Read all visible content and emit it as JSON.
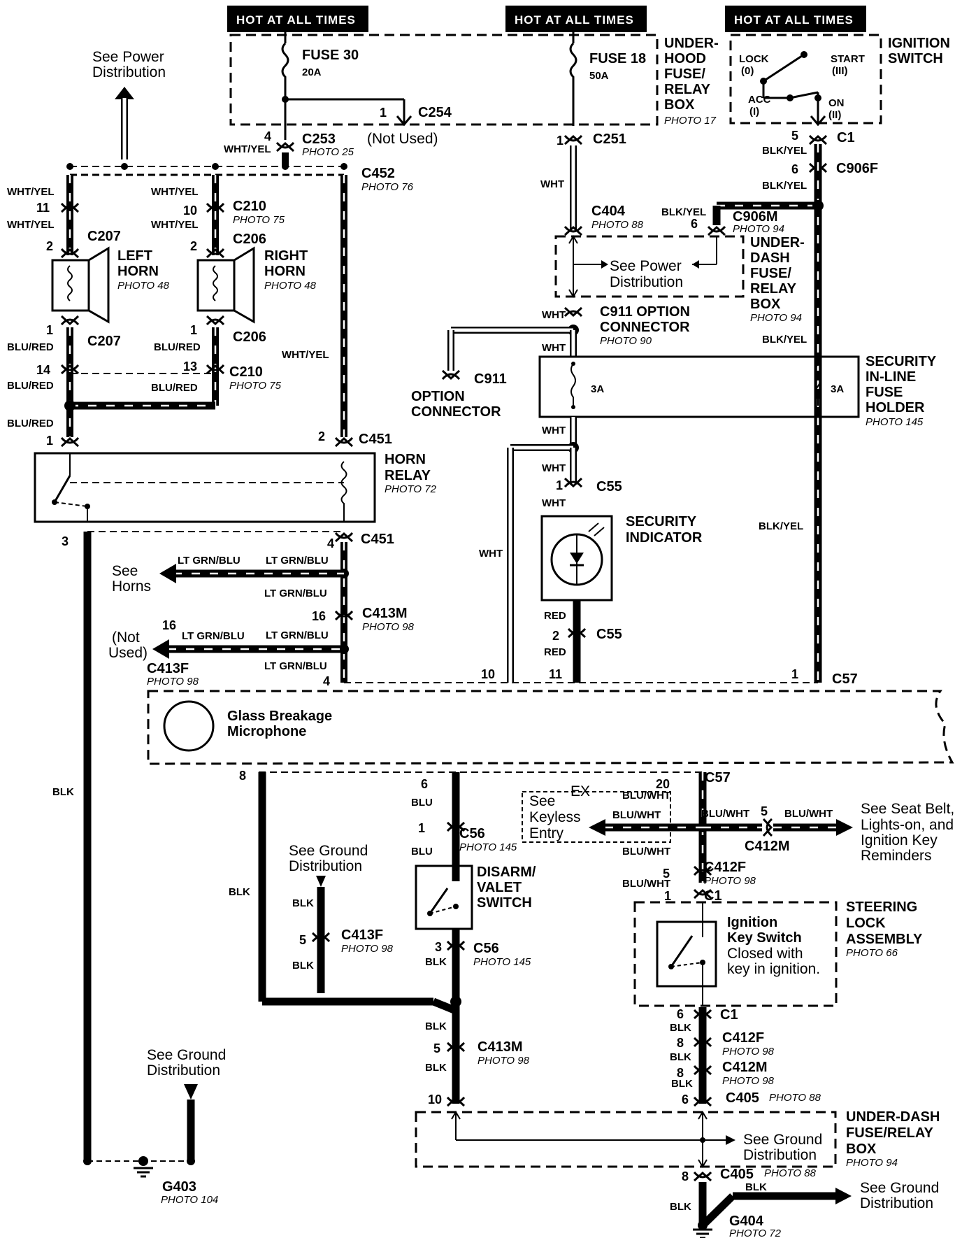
{
  "header": {
    "hot": "HOT AT ALL TIMES"
  },
  "fuse_box": {
    "fuse30": "FUSE 30",
    "fuse30_amp": "20A",
    "fuse18": "FUSE 18",
    "fuse18_amp": "50A",
    "name1": "UNDER-",
    "name2": "HOOD",
    "name3": "FUSE/",
    "name4": "RELAY",
    "name5": "BOX",
    "photo": "PHOTO 17"
  },
  "ignition": {
    "name1": "IGNITION",
    "name2": "SWITCH",
    "lock": "LOCK",
    "lock_n": "(0)",
    "start": "START",
    "start_n": "(III)",
    "acc": "ACC",
    "acc_n": "(I)",
    "on": "ON",
    "on_n": "(II)"
  },
  "connectors": {
    "c254": "C254",
    "c253": "C253",
    "c253_photo": "PHOTO 25",
    "not_used": "(Not Used)",
    "c251": "C251",
    "c1": "C1",
    "c906f": "C906F",
    "c906m": "C906M",
    "c906m_photo": "PHOTO 94",
    "c452": "C452",
    "c452_photo": "PHOTO 76",
    "c210": "C210",
    "c210_photo": "PHOTO 75",
    "c207": "C207",
    "c206": "C206",
    "c404": "C404",
    "c404_photo": "PHOTO 88",
    "c911": "C911",
    "c911_opt1": "C911 OPTION",
    "c911_opt2": "CONNECTOR",
    "c911_photo": "PHOTO 90",
    "c451": "C451",
    "c55": "C55",
    "c413m": "C413M",
    "c413f": "C413F",
    "photo98": "PHOTO 98",
    "c57": "C57",
    "c56": "C56",
    "photo145": "PHOTO 145",
    "c412m": "C412M",
    "c412f": "C412F",
    "c405": "C405",
    "photo88": "PHOTO 88",
    "g403": "G403",
    "g403_photo": "PHOTO 104",
    "g404": "G404",
    "g404_photo": "PHOTO 72"
  },
  "wires": {
    "wht_yel": "WHT/YEL",
    "wht": "WHT",
    "blk_yel": "BLK/YEL",
    "blu_red": "BLU/RED",
    "lt_grn_blu": "LT GRN/BLU",
    "red": "RED",
    "blk": "BLK",
    "blu": "BLU",
    "blu_wht": "BLU/WHT"
  },
  "components": {
    "left_horn1": "LEFT",
    "left_horn2": "HORN",
    "left_horn_photo": "PHOTO 48",
    "right_horn1": "RIGHT",
    "right_horn2": "HORN",
    "right_horn_photo": "PHOTO 48",
    "horn_relay1": "HORN",
    "horn_relay2": "RELAY",
    "horn_relay_photo": "PHOTO 72",
    "udf1": "UNDER-",
    "udf2": "DASH",
    "udf3": "FUSE/",
    "udf4": "RELAY",
    "udf5": "BOX",
    "udf_photo": "PHOTO 94",
    "see_power1": "See Power",
    "see_power2": "Distribution",
    "option1": "OPTION",
    "option2": "CONNECTOR",
    "sec_fuse1": "SECURITY",
    "sec_fuse2": "IN-LINE",
    "sec_fuse3": "FUSE",
    "sec_fuse4": "HOLDER",
    "sec_fuse_photo": "PHOTO 145",
    "fuse_3a": "3A",
    "sec_ind1": "SECURITY",
    "sec_ind2": "INDICATOR",
    "see_horns1": "See",
    "see_horns2": "Horns",
    "not_used1": "(Not",
    "not_used2": "Used)",
    "glass1": "Glass Breakage",
    "glass2": "Microphone",
    "see_ground1": "See Ground",
    "see_ground2": "Distribution",
    "disarm1": "DISARM/",
    "disarm2": "VALET",
    "disarm3": "SWITCH",
    "see_keyless1": "See",
    "see_keyless2": "Keyless",
    "see_keyless3": "Entry",
    "ex": "EX",
    "seat1": "See Seat Belt,",
    "seat2": "Lights-on, and",
    "seat3": "Ignition Key",
    "seat4": "Reminders",
    "steer1": "STEERING",
    "steer2": "LOCK",
    "steer3": "ASSEMBLY",
    "steer_photo": "PHOTO 66",
    "key1": "Ignition",
    "key2": "Key Switch",
    "key3": "Closed with",
    "key4": "key in ignition.",
    "udf_b1": "UNDER-DASH",
    "udf_b2": "FUSE/RELAY",
    "udf_b3": "BOX",
    "udf_b_photo": "PHOTO 94"
  },
  "pins": {
    "p1": "1",
    "p2": "2",
    "p3": "3",
    "p4": "4",
    "p5": "5",
    "p6": "6",
    "p8": "8",
    "p10": "10",
    "p11": "11",
    "p13": "13",
    "p14": "14",
    "p16": "16",
    "p20": "20"
  }
}
